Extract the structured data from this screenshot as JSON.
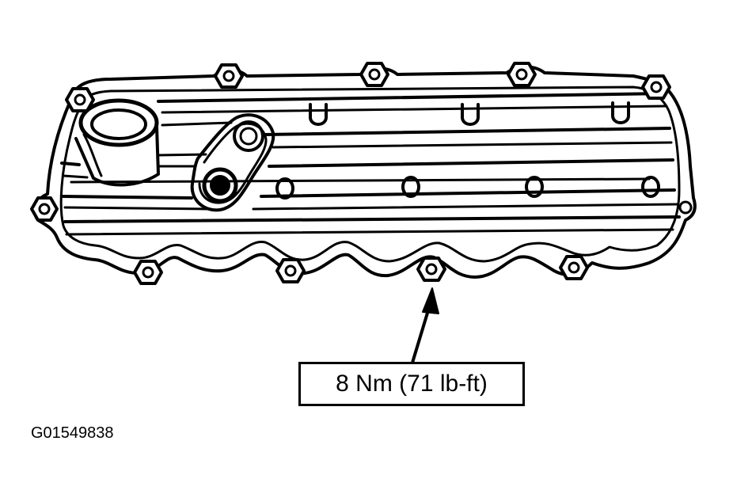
{
  "diagram": {
    "subject": "valve-cover",
    "torque_label": "8 Nm (71 lb-ft)",
    "figure_id": "G01549838",
    "colors": {
      "ink": "#000000",
      "paper": "#ffffff"
    }
  }
}
